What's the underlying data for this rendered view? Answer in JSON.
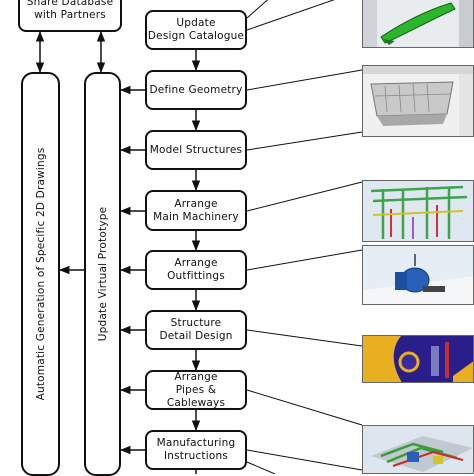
{
  "top_box": {
    "label": "Share Database\nwith Partners"
  },
  "steps": [
    {
      "id": "update-design-catalogue",
      "label": "Update\nDesign Catalogue"
    },
    {
      "id": "define-geometry",
      "label": "Define Geometry"
    },
    {
      "id": "model-structures",
      "label": "Model Structures"
    },
    {
      "id": "arrange-main-machinery",
      "label": "Arrange\nMain Machinery"
    },
    {
      "id": "arrange-outfittings",
      "label": "Arrange\nOutfittings"
    },
    {
      "id": "structure-detail-design",
      "label": "Structure\nDetail Design"
    },
    {
      "id": "arrange-pipes-cableways",
      "label": "Arrange\nPipes & Cableways"
    },
    {
      "id": "manufacturing-instructions",
      "label": "Manufacturing\nInstructions"
    }
  ],
  "side_boxes": {
    "drawings": {
      "label": "Automatic Generation of Specific 2D Drawings"
    },
    "prototype": {
      "label": "Update Virtual Prototype"
    }
  },
  "thumbnails": [
    {
      "subject": "ship-hull-3d-model",
      "colors": {
        "bg": "#e9ecef",
        "main": "#2db52d"
      }
    },
    {
      "subject": "hull-geometry-model",
      "colors": {
        "bg": "#f0f0f0",
        "main": "#b8b8b8"
      }
    },
    {
      "subject": "structure-model",
      "colors": {
        "bg": "#dfe7f0",
        "main": "#3fa34d"
      }
    },
    {
      "subject": "main-machinery-model",
      "colors": {
        "bg": "#dfe8f3",
        "main": "#5a9a3a"
      }
    },
    {
      "subject": "outfitting-model",
      "colors": {
        "bg": "#e5edf5",
        "main": "#2a5fb8"
      }
    },
    {
      "subject": "structure-detail-model",
      "colors": {
        "bg": "#2a1f8a",
        "main": "#e8b020"
      }
    },
    {
      "subject": "pipes-cableways-model",
      "colors": {
        "bg": "#dde6ee",
        "main": "#3a9b3a"
      }
    }
  ]
}
